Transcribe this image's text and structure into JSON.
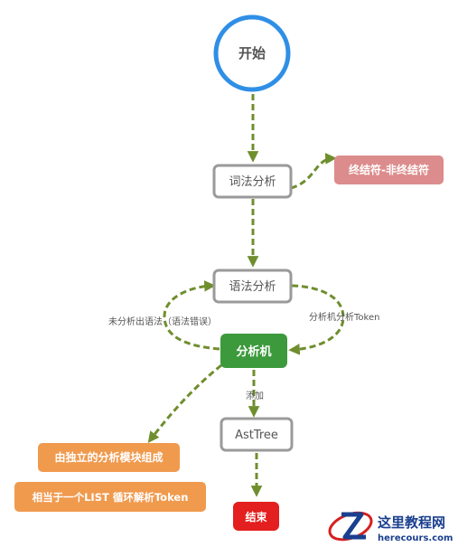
{
  "nodes": {
    "start": "开始",
    "lexical": "词法分析",
    "syntax": "语法分析",
    "analyzer": "分析机",
    "ast": "AstTree",
    "end": "结束",
    "terminal_note": "终结符-非终结符",
    "independent_note": "由独立的分析模块组成",
    "list_note": "相当于一个LIST 循环解析Token"
  },
  "edge_labels": {
    "error": "未分析出语法（语法错误）",
    "token": "分析机分析Token",
    "add": "添加"
  },
  "watermark": {
    "site_name": "这里教程网",
    "site_url": "herecours.com"
  },
  "colors": {
    "edge": "#6f8e2e",
    "start_ring": "#2f8fe6",
    "box_border": "#9a9a9a",
    "analyzer_fill": "#3c9a3c",
    "terminal_note_fill": "#dc8c8c",
    "orange_note_fill": "#f09a4e",
    "end_fill": "#e31f1f",
    "watermark_text": "#1a3f8f"
  }
}
